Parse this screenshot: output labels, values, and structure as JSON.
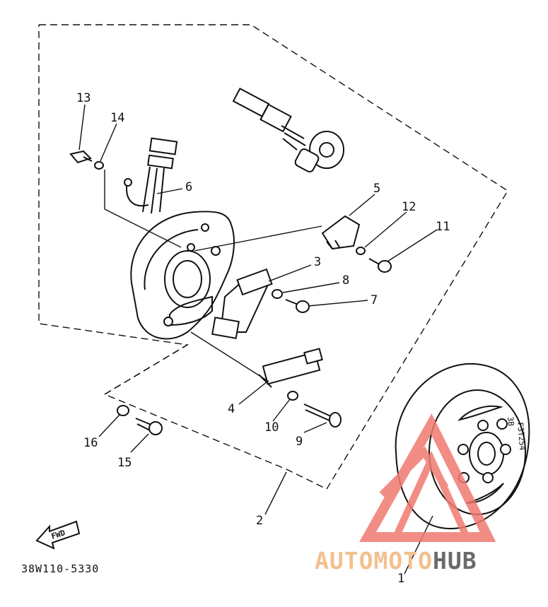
{
  "diagram": {
    "part_code": "38W110-5330",
    "fwd_arrow_label": "FWD",
    "rotor_stamp": "3B",
    "rotor_stamp_2": "F3T254"
  },
  "callouts": [
    {
      "id": "1",
      "label": "1"
    },
    {
      "id": "2",
      "label": "2"
    },
    {
      "id": "3",
      "label": "3"
    },
    {
      "id": "4",
      "label": "4"
    },
    {
      "id": "5",
      "label": "5"
    },
    {
      "id": "6",
      "label": "6"
    },
    {
      "id": "7",
      "label": "7"
    },
    {
      "id": "8",
      "label": "8"
    },
    {
      "id": "9",
      "label": "9"
    },
    {
      "id": "10",
      "label": "10"
    },
    {
      "id": "11",
      "label": "11"
    },
    {
      "id": "12",
      "label": "12"
    },
    {
      "id": "13",
      "label": "13"
    },
    {
      "id": "14",
      "label": "14"
    },
    {
      "id": "15",
      "label": "15"
    },
    {
      "id": "16",
      "label": "16"
    }
  ],
  "watermark": {
    "text_part_1": "AUTOMOTO",
    "text_part_2": "HUB",
    "color_primary": "#f07a70",
    "color_secondary": "#f2c08e",
    "color_dark": "#6b6b6b"
  }
}
